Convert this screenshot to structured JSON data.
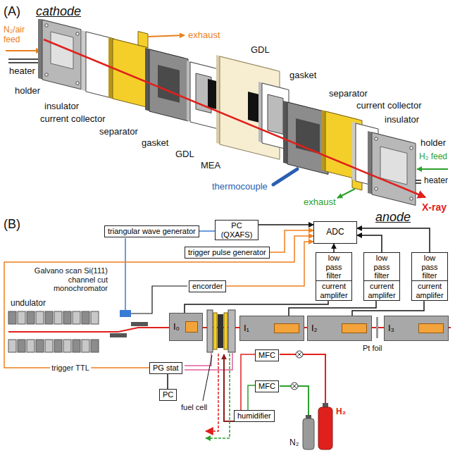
{
  "diagram": {
    "nodes": [
      {
        "text": [
          "triangular wave generator"
        ]
      },
      {
        "text": [
          "PC (QXAFS)"
        ]
      },
      {
        "text": [
          "trigger pulse generator"
        ]
      },
      {
        "text": [
          "ADC"
        ]
      },
      {
        "text": [
          "low pass filter"
        ]
      },
      {
        "text": [
          "low pass filter"
        ]
      },
      {
        "text": [
          "low pass filter"
        ]
      },
      {
        "text": [
          "current amplifer"
        ]
      },
      {
        "text": [
          "current amplifer"
        ]
      },
      {
        "text": [
          "current amplifer"
        ]
      },
      {
        "text": [
          "encorder"
        ]
      },
      {
        "text": [
          "I₀"
        ]
      },
      {
        "text": [
          "I₁"
        ]
      },
      {
        "text": [
          "I₂"
        ]
      },
      {
        "text": [
          "I₃"
        ]
      },
      {
        "text": [
          "MFC"
        ]
      },
      {
        "text": [
          "PG stat"
        ]
      },
      {
        "text": [
          "MFC"
        ]
      },
      {
        "text": [
          "PC"
        ]
      },
      {
        "text": [
          "humidifier"
        ]
      }
    ],
    "edges": [
      {
        "from": 1,
        "to": 0,
        "arrow": "none"
      },
      {
        "from": 1,
        "to": 3,
        "arrow": "to"
      },
      {
        "from": 2,
        "to": 3,
        "arrow": "to"
      },
      {
        "from": 4,
        "to": 3,
        "arrow": "to"
      },
      {
        "from": 5,
        "to": 3,
        "arrow": "to"
      },
      {
        "from": 6,
        "to": 3,
        "arrow": "to"
      },
      {
        "from": 7,
        "to": 4,
        "arrow": "to"
      },
      {
        "from": 8,
        "to": 5,
        "arrow": "to"
      },
      {
        "from": 9,
        "to": 6,
        "arrow": "to"
      },
      {
        "from": 10,
        "to": 3,
        "arrow": "to"
      },
      {
        "from": 11,
        "to": 7,
        "arrow": "none"
      },
      {
        "from": 12,
        "to": 8,
        "arrow": "none"
      },
      {
        "from": 13,
        "to": 9,
        "arrow": "none"
      },
      {
        "from": 16,
        "to": 3,
        "label": "trigger TTL",
        "arrow": "to"
      },
      {
        "from": 16,
        "to": 18,
        "arrow": "none"
      },
      {
        "from": 15,
        "to": 19,
        "arrow": "none"
      },
      {
        "from": 17,
        "to": 19,
        "arrow": "none"
      }
    ],
    "labels": [
      "(A)",
      "cathode",
      "N₂/air feed",
      "heater",
      "exhaust",
      "holder",
      "insulator",
      "current collector",
      "separator",
      "gasket",
      "GDL",
      "MEA",
      "GDL",
      "gasket",
      "thermocouple",
      "separator",
      "current collector",
      "insulator",
      "holder",
      "H₂ feed",
      "heater",
      "exhaust",
      "X-ray",
      "anode",
      "(B)",
      "Galvano scan Si(111) channel cut monochromator",
      "undulator",
      "Pt foil",
      "fuel cell",
      "H₂",
      "N₂"
    ]
  }
}
